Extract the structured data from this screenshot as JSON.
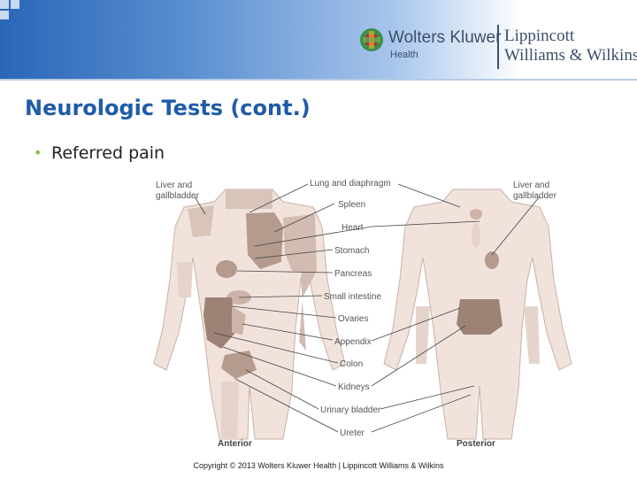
{
  "header": {
    "logo_brand": "Wolters Kluwer",
    "logo_sub": "Health",
    "publisher_line1": "Lippincott",
    "publisher_line2": "Williams & Wilkins"
  },
  "slide": {
    "title": "Neurologic Tests (cont.)",
    "bullet": "Referred pain"
  },
  "figure": {
    "labels": {
      "liver_left_1": "Liver and",
      "liver_left_2": "gallbladder",
      "liver_right_1": "Liver and",
      "liver_right_2": "gallbladder",
      "lung": "Lung and diaphragm",
      "spleen": "Spleen",
      "heart": "Heart",
      "stomach": "Stomach",
      "pancreas": "Pancreas",
      "small_intestine": "Small intestine",
      "ovaries": "Ovaries",
      "appendix": "Appendix",
      "colon": "Colon",
      "kidneys": "Kidneys",
      "bladder": "Urinary bladder",
      "ureter": "Ureter",
      "anterior": "Anterior",
      "posterior": "Posterior"
    }
  },
  "footer": {
    "copyright": "Copyright © 2013 Wolters Kluwer Health | Lippincott Williams & Wilkins"
  },
  "colors": {
    "title": "#1f5ca8",
    "bullet": "#7cc243",
    "skin": "#f1e3dc",
    "shade": "#cdb3a8",
    "dark": "#9e8276"
  }
}
